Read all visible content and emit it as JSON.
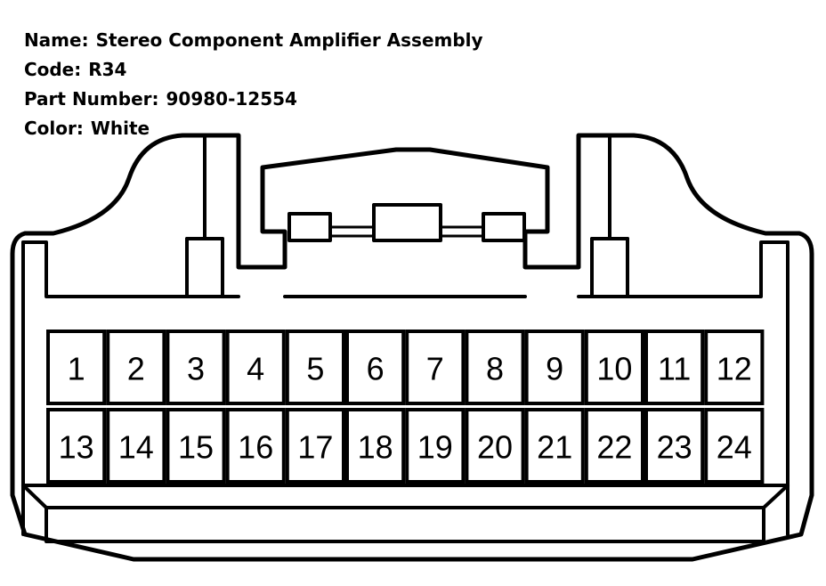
{
  "header": {
    "name_label": "Name:",
    "name_value": "Stereo Component Amplifier Assembly",
    "code_label": "Code:",
    "code_value": "R34",
    "part_label": "Part Number:",
    "part_value": "90980-12554",
    "color_label": "Color:",
    "color_value": "White"
  },
  "connector": {
    "top_row": [
      "1",
      "2",
      "3",
      "4",
      "5",
      "6",
      "7",
      "8",
      "9",
      "10",
      "11",
      "12"
    ],
    "bottom_row": [
      "13",
      "14",
      "15",
      "16",
      "17",
      "18",
      "19",
      "20",
      "21",
      "22",
      "23",
      "24"
    ]
  }
}
